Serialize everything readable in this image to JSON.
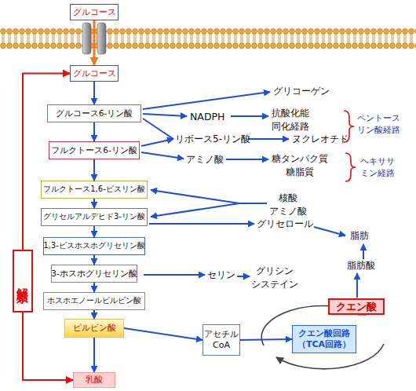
{
  "diagram": {
    "nodes": [
      {
        "text": [
          "グルコース"
        ]
      },
      {
        "text": [
          "グルコース"
        ]
      },
      {
        "text": [
          "グルコース6-リン酸"
        ]
      },
      {
        "text": [
          "フルクトース6-リン酸"
        ]
      },
      {
        "text": [
          "フルクトース1,6-ビスリン酸"
        ]
      },
      {
        "text": [
          "グリセルアルデヒド3-リン酸"
        ]
      },
      {
        "text": [
          "1,3-ビスホスホグリセリン酸"
        ]
      },
      {
        "text": [
          "3-ホスホグリセリン酸"
        ]
      },
      {
        "text": [
          "ホスホエノールピルビン酸"
        ]
      },
      {
        "text": [
          "ピルビン酸"
        ]
      },
      {
        "text": [
          "乳酸"
        ]
      },
      {
        "text": [
          "解糖系"
        ]
      },
      {
        "text": [
          "アセチル CoA"
        ]
      },
      {
        "text": [
          "クエン酸回路 （TCA回路）"
        ]
      },
      {
        "text": [
          "クエン酸"
        ]
      }
    ],
    "edges": [
      {
        "from": 0,
        "to": 1,
        "arrow": "to"
      },
      {
        "from": 1,
        "to": 2,
        "arrow": "to"
      },
      {
        "from": 2,
        "to": 3,
        "arrow": "to"
      },
      {
        "from": 3,
        "to": 4,
        "arrow": "to"
      },
      {
        "from": 4,
        "to": 5,
        "arrow": "to"
      },
      {
        "from": 5,
        "to": 6,
        "arrow": "to"
      },
      {
        "from": 6,
        "to": 7,
        "arrow": "to"
      },
      {
        "from": 7,
        "to": 8,
        "arrow": "to"
      },
      {
        "from": 8,
        "to": 9,
        "arrow": "to"
      },
      {
        "from": 9,
        "to": 10,
        "arrow": "to"
      },
      {
        "from": 9,
        "to": 12,
        "arrow": "to"
      },
      {
        "from": 12,
        "to": 13,
        "arrow": "to"
      },
      {
        "from": 11,
        "to": 1,
        "arrow": "to"
      },
      {
        "from": 11,
        "to": 10,
        "arrow": "to"
      }
    ],
    "labels": [
      "グリコーゲン",
      "NADPH",
      "抗酸化能 同化経路",
      "リボース5-リン酸",
      "ヌクレオチド",
      "ペントース リン酸経路",
      "アミノ酸",
      "糖タンパク質 糖脂質",
      "ヘキササ ミン経路",
      "核酸 アミノ酸",
      "グリセロール",
      "脂肪",
      "脂肪酸",
      "セリン",
      "グリシン システイン"
    ]
  }
}
